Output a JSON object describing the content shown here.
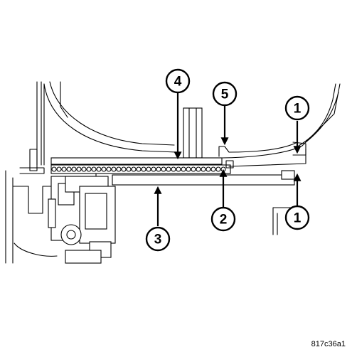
{
  "callouts": [
    {
      "id": "callout-4",
      "number": "4"
    },
    {
      "id": "callout-5",
      "number": "5"
    },
    {
      "id": "callout-1-top",
      "number": "1"
    },
    {
      "id": "callout-3",
      "number": "3"
    },
    {
      "id": "callout-2",
      "number": "2"
    },
    {
      "id": "callout-1-bottom",
      "number": "1"
    }
  ],
  "reference_code": "817c36a1"
}
